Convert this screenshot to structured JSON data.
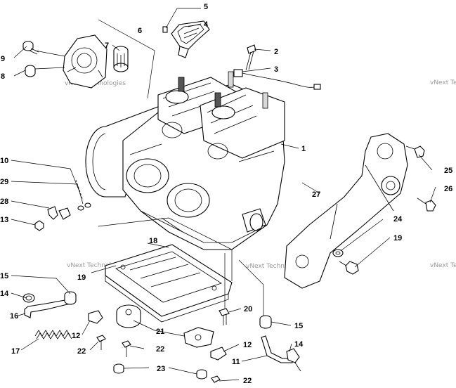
{
  "callouts": {
    "c1": "1",
    "c2": "2",
    "c3": "3",
    "c4": "4",
    "c5": "5",
    "c6": "6",
    "c7": "7",
    "c8": "8",
    "c9": "9",
    "c10": "10",
    "c11": "11",
    "c12a": "12",
    "c12b": "12",
    "c13": "13",
    "c14a": "14",
    "c14b": "14",
    "c15a": "15",
    "c15b": "15",
    "c16": "16",
    "c17": "17",
    "c18": "18",
    "c19a": "19",
    "c19b": "19",
    "c20": "20",
    "c21": "21",
    "c22a": "22",
    "c22b": "22",
    "c22c": "22",
    "c23": "23",
    "c24": "24",
    "c25": "25",
    "c26": "26",
    "c27": "27",
    "c28": "28",
    "c29": "29"
  },
  "watermark": {
    "text": "vNext Technologies"
  }
}
